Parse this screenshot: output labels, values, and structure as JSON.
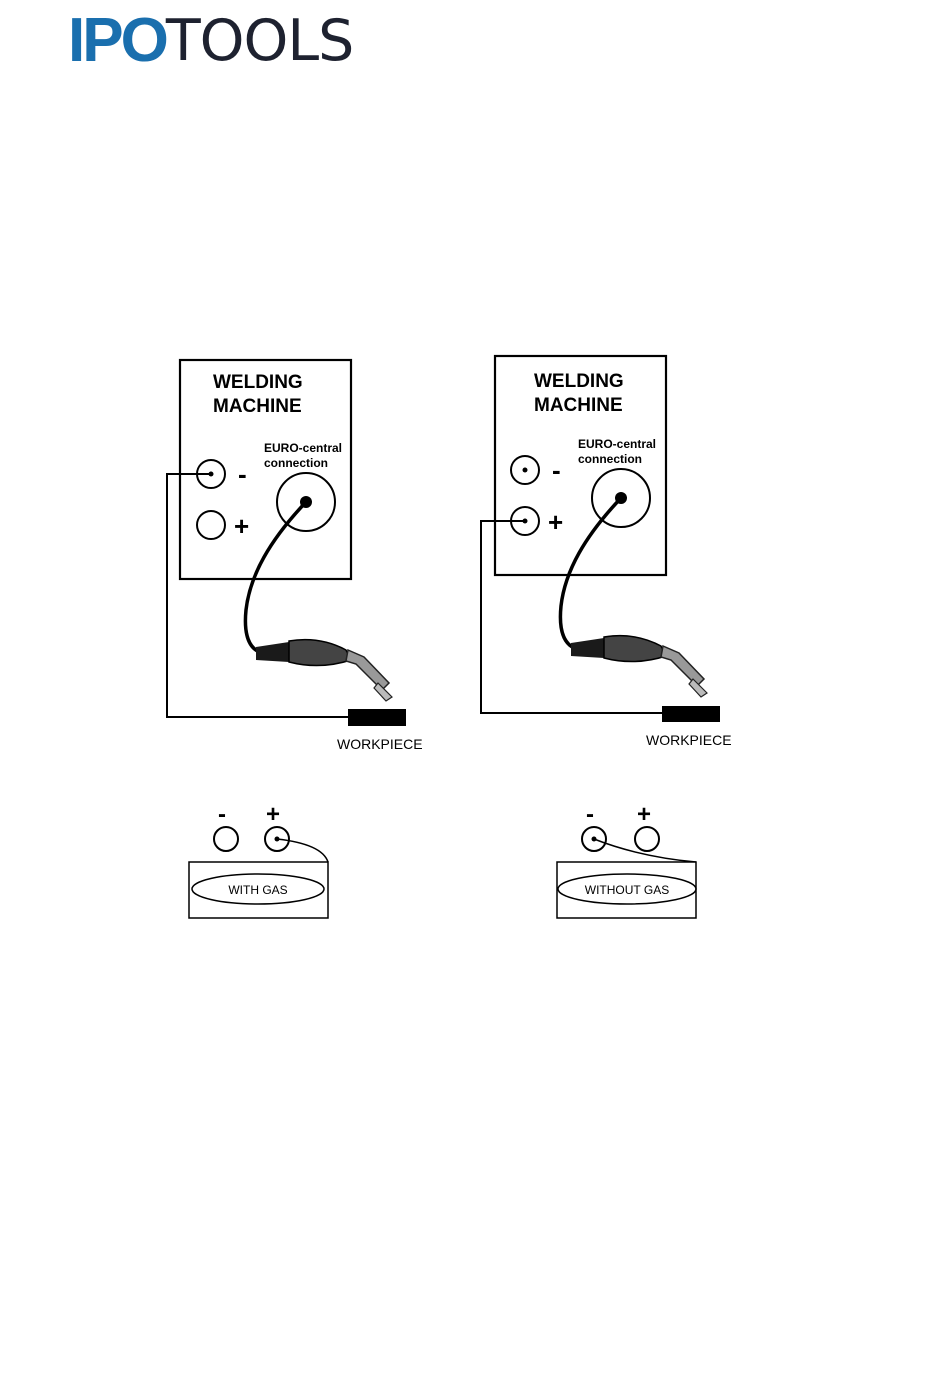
{
  "logo": {
    "part1": "IPO",
    "part2": "TOOLS",
    "brand_color": "#1a6fae",
    "dark_color": "#1e2230"
  },
  "panels": [
    {
      "machine_line1": "WELDING",
      "machine_line2": "MACHINE",
      "euro_line1": "EURO-central",
      "euro_line2": "connection",
      "minus": "-",
      "plus": "+",
      "workpiece": "WORKPIECE"
    },
    {
      "machine_line1": "WELDING",
      "machine_line2": "MACHINE",
      "euro_line1": "EURO-central",
      "euro_line2": "connection",
      "minus": "-",
      "plus": "+",
      "workpiece": "WORKPIECE"
    }
  ],
  "polarity": [
    {
      "minus": "-",
      "plus": "+",
      "label": "WITH GAS"
    },
    {
      "minus": "-",
      "plus": "+",
      "label": "WITHOUT GAS"
    }
  ]
}
